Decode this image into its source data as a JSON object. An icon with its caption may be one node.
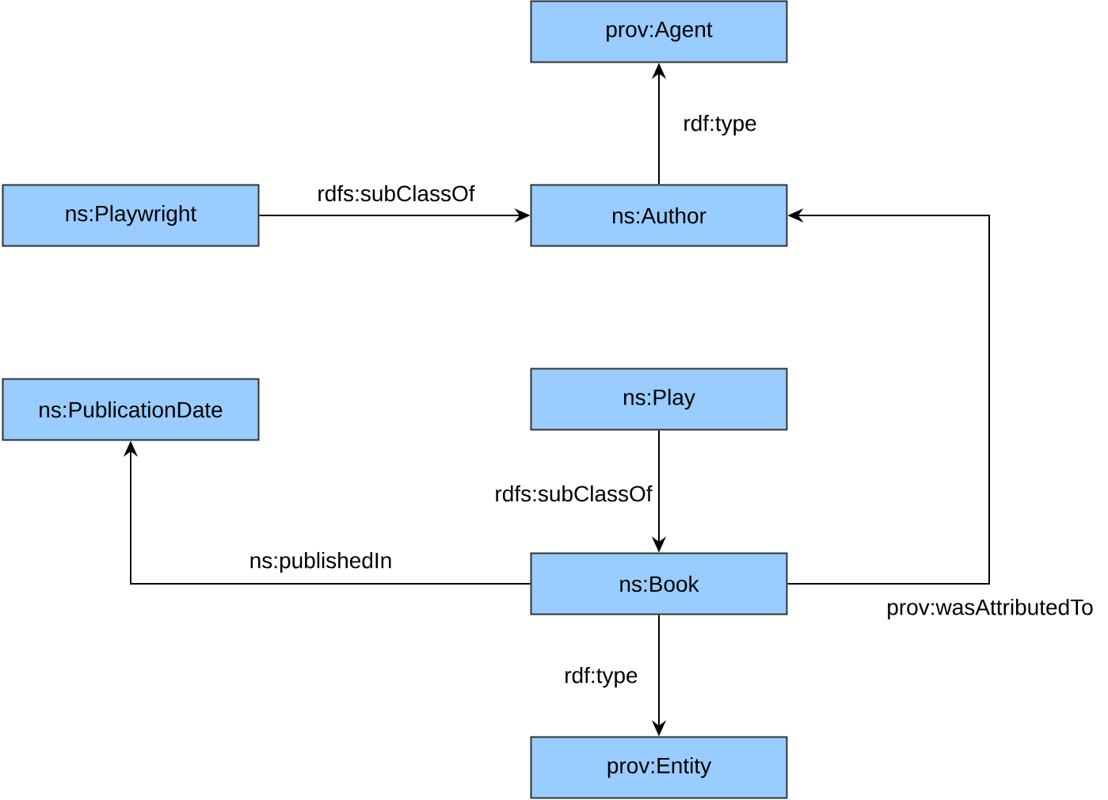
{
  "diagram": {
    "nodes": [
      {
        "text": [
          "prov:Agent"
        ]
      },
      {
        "text": [
          "ns:Playwright"
        ]
      },
      {
        "text": [
          "ns:Author"
        ]
      },
      {
        "text": [
          "ns:PublicationDate"
        ]
      },
      {
        "text": [
          "ns:Play"
        ]
      },
      {
        "text": [
          "ns:Book"
        ]
      },
      {
        "text": [
          "prov:Entity"
        ]
      }
    ],
    "edges": [
      {
        "from": 2,
        "to": 0,
        "arrow": "to",
        "label": "rdf:type"
      },
      {
        "from": 1,
        "to": 2,
        "arrow": "to",
        "label": "rdfs:subClassOf"
      },
      {
        "from": 4,
        "to": 5,
        "arrow": "to",
        "label": "rdfs:subClassOf"
      },
      {
        "from": 5,
        "to": 3,
        "arrow": "to",
        "label": "ns:publishedIn"
      },
      {
        "from": 5,
        "to": 2,
        "arrow": "to",
        "label": "prov:wasAttributedTo"
      },
      {
        "from": 5,
        "to": 6,
        "arrow": "to",
        "label": "rdf:type"
      }
    ]
  }
}
